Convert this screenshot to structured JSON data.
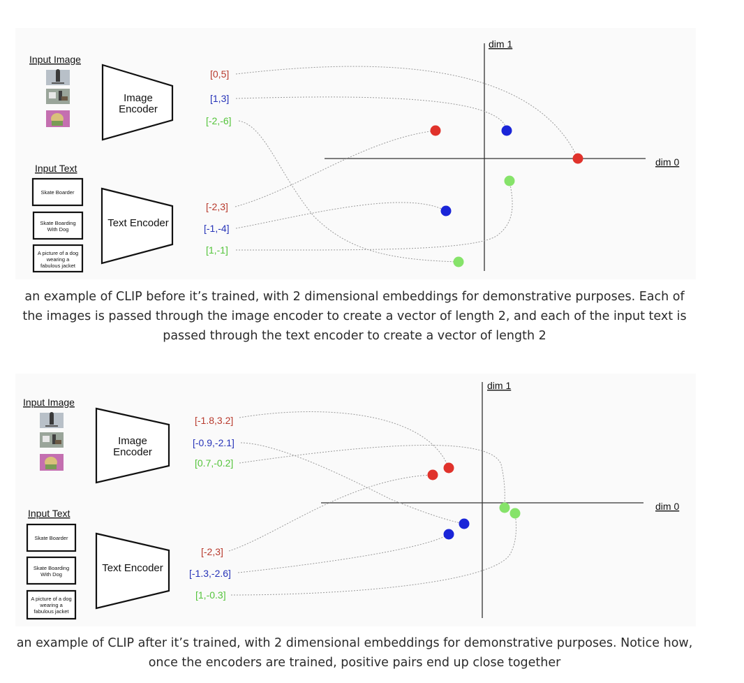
{
  "colors": {
    "red": "#e0322b",
    "blue": "#1a25d8",
    "green": "#86e36a",
    "red_text": "#b83a2d",
    "blue_text": "#2633b8",
    "green_text": "#54c43b"
  },
  "icons": [
    "skateboarder-photo-icon",
    "skateboard-dog-photo-icon",
    "dog-jacket-photo-icon"
  ],
  "before": {
    "input_image_label": "Input Image",
    "image_encoder_line1": "Image",
    "image_encoder_line2": "Encoder",
    "input_text_label": "Input Text",
    "text_encoder_label": "Text Encoder",
    "text_boxes": [
      [
        "Skate Boarder"
      ],
      [
        "Skate Boarding",
        "With Dog"
      ],
      [
        "A picture of a dog",
        "wearing a",
        "fabulous jacket"
      ]
    ],
    "axis_y_label": "dim 1",
    "axis_x_label": "dim 0",
    "image_vectors": [
      {
        "label": "[0,5]",
        "color": "red",
        "x": 0,
        "y": 5
      },
      {
        "label": "[1,3]",
        "color": "blue",
        "x": 1,
        "y": 3
      },
      {
        "label": "[-2,-6]",
        "color": "green",
        "x": -2,
        "y": -6
      }
    ],
    "text_vectors": [
      {
        "label": "[-2,3]",
        "color": "red",
        "x": -2,
        "y": 3
      },
      {
        "label": "[-1,-4]",
        "color": "blue",
        "x": -1,
        "y": -4
      },
      {
        "label": "[1,-1]",
        "color": "green",
        "x": 1,
        "y": -1
      }
    ],
    "caption": "an example of CLIP before it’s trained, with 2 dimensional embeddings for demonstrative purposes. Each of the images is passed through the image encoder to create a vector of length 2, and each of the input text is passed through the text encoder to create a vector of length 2"
  },
  "after": {
    "input_image_label": "Input Image",
    "image_encoder_line1": "Image",
    "image_encoder_line2": "Encoder",
    "input_text_label": "Input Text",
    "text_encoder_label": "Text Encoder",
    "text_boxes": [
      [
        "Skate Boarder"
      ],
      [
        "Skate Boarding",
        "With Dog"
      ],
      [
        "A picture of a dog",
        "wearing a",
        "fabulous jacket"
      ]
    ],
    "axis_y_label": "dim 1",
    "axis_x_label": "dim 0",
    "image_vectors": [
      {
        "label": "[-1.8,3.2]",
        "color": "red",
        "x": -1.8,
        "y": 3.2
      },
      {
        "label": "[-0.9,-2.1]",
        "color": "blue",
        "x": -0.9,
        "y": -2.1
      },
      {
        "label": "[0.7,-0.2]",
        "color": "green",
        "x": 0.7,
        "y": -0.2
      }
    ],
    "text_vectors": [
      {
        "label": "[-2,3]",
        "color": "red",
        "x": -2,
        "y": 3
      },
      {
        "label": "[-1.3,-2.6]",
        "color": "blue",
        "x": -1.3,
        "y": -2.6
      },
      {
        "label": "[1,-0.3]",
        "color": "green",
        "x": 1,
        "y": -0.3
      }
    ],
    "caption": "an example of CLIP after it’s trained, with 2 dimensional embeddings for demonstrative purposes. Notice how, once the encoders are trained, positive pairs end up close together"
  }
}
